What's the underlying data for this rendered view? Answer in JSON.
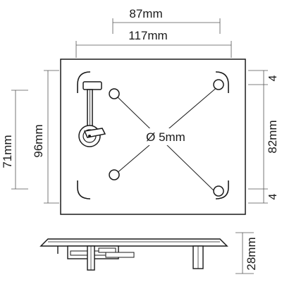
{
  "dimensions": {
    "top_inner_width": "87mm",
    "top_outer_width": "117mm",
    "left_outer_height": "96mm",
    "left_inner_height": "71mm",
    "right_hole_spacing": "82mm",
    "right_top_offset": "4",
    "right_bottom_offset": "4",
    "hole_diameter": "Ø 5mm",
    "profile_height": "28mm"
  },
  "colors": {
    "stroke": "#1a1a1a",
    "dim_line": "#555555",
    "background": "#ffffff"
  }
}
